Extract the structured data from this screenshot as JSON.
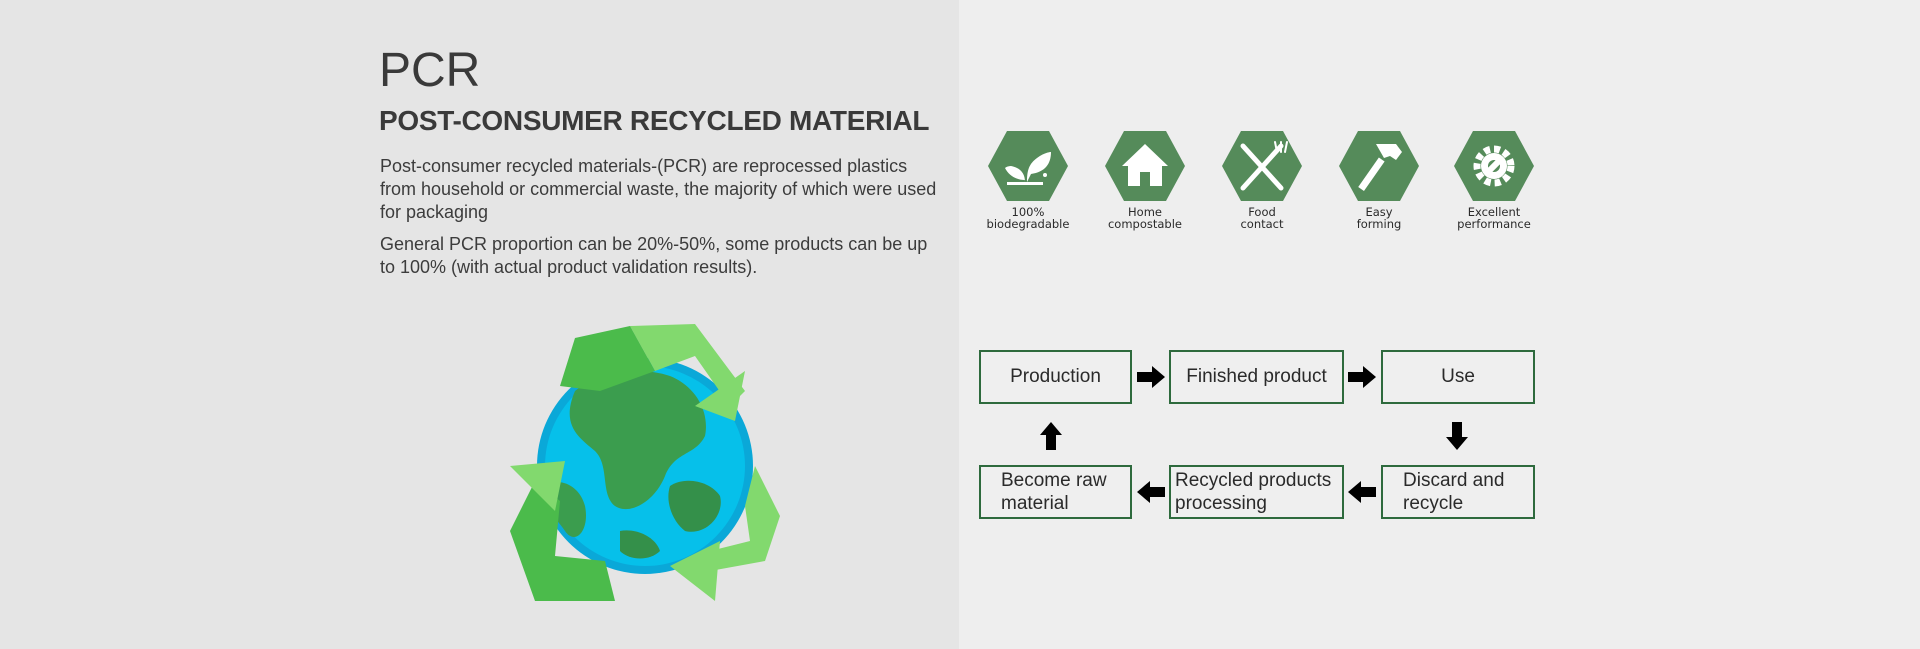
{
  "header": {
    "title": "PCR",
    "subtitle": "POST-CONSUMER RECYCLED MATERIAL"
  },
  "description": {
    "paragraph1": "Post-consumer recycled materials-(PCR) are reprocessed plastics from household or commercial waste, the majority of which were used for packaging",
    "paragraph2": "General PCR proportion can be 20%-50%, some products can be up to 100% (with actual product validation results)."
  },
  "features": [
    {
      "line1": "100%",
      "line2": "biodegradable",
      "icon": "leaf-sprout-icon"
    },
    {
      "line1": "Home",
      "line2": "compostable",
      "icon": "house-icon"
    },
    {
      "line1": "Food",
      "line2": "contact",
      "icon": "fork-knife-icon"
    },
    {
      "line1": "Easy",
      "line2": "forming",
      "icon": "hammer-icon"
    },
    {
      "line1": "Excellent",
      "line2": "performance",
      "icon": "gear-wrench-icon"
    }
  ],
  "flow": {
    "production": "Production",
    "finished": "Finished product",
    "use": "Use",
    "discard": "Discard and recycle",
    "recycled": "Recycled products processing",
    "raw": "Become raw material"
  },
  "colors": {
    "accent_green": "#558b5a",
    "box_border": "#2e6a3d",
    "left_bg": "#e5e5e5",
    "right_bg": "#eeeeee"
  }
}
